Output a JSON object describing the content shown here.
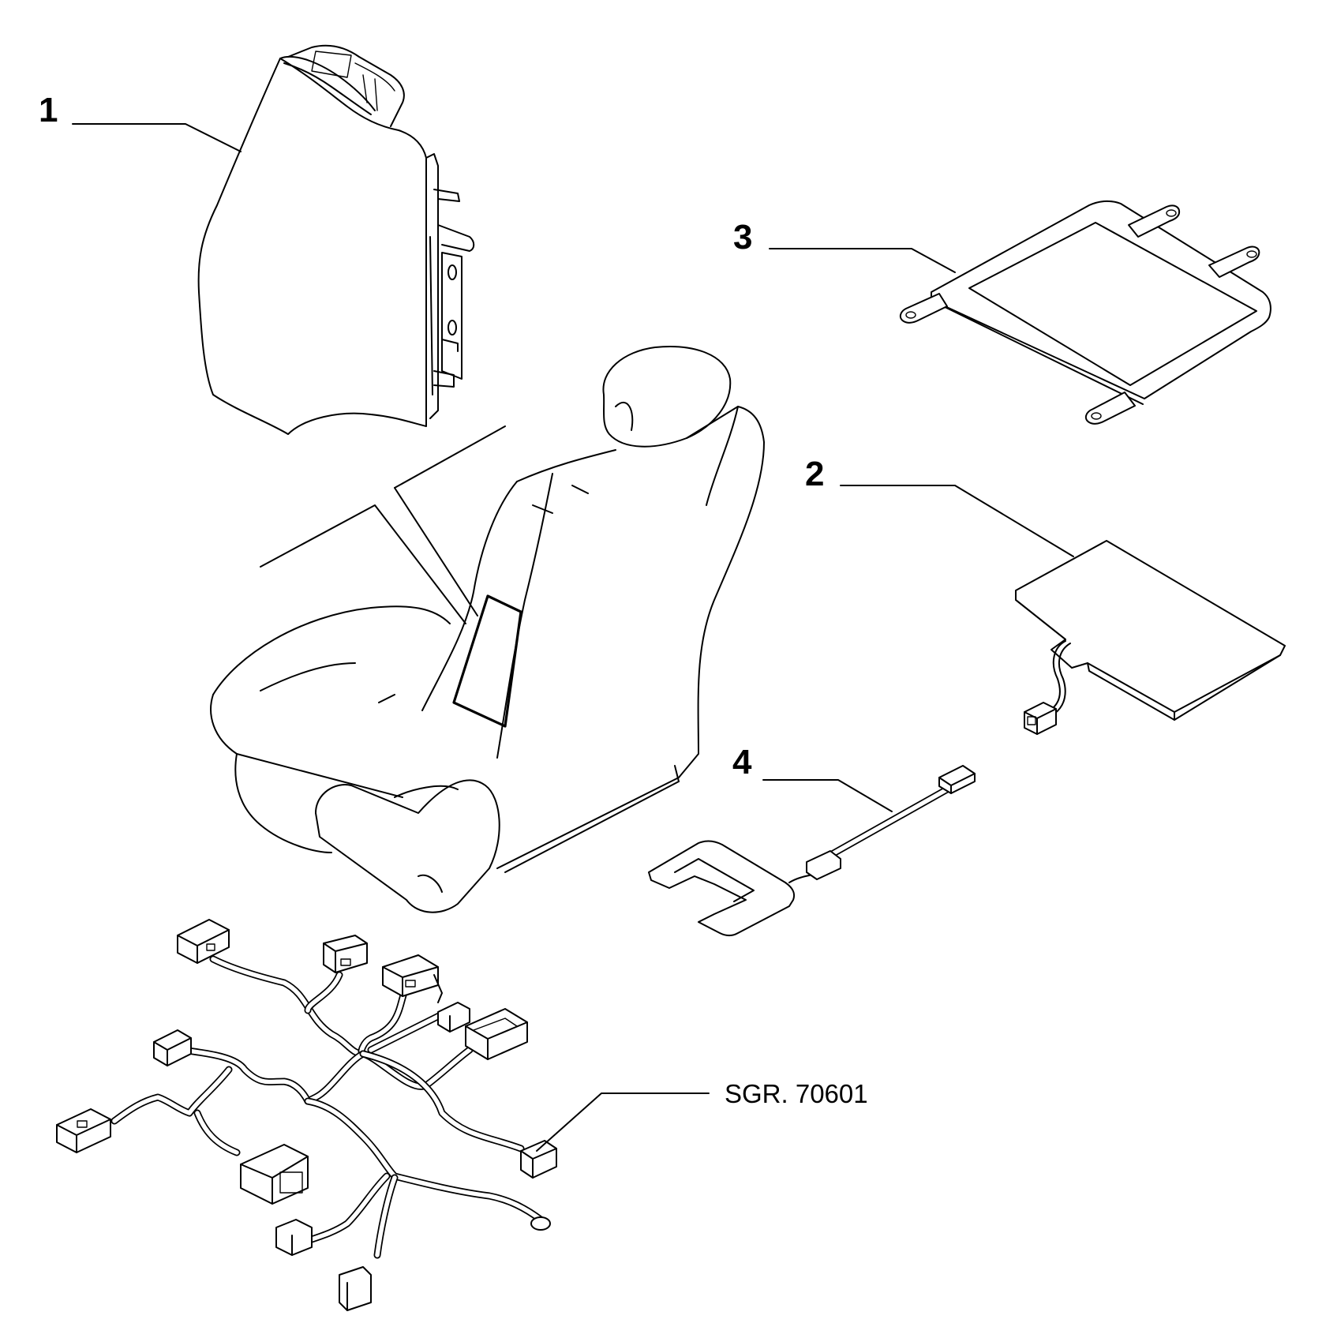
{
  "callouts": [
    {
      "id": "1",
      "label": "1"
    },
    {
      "id": "2",
      "label": "2"
    },
    {
      "id": "3",
      "label": "3"
    },
    {
      "id": "4",
      "label": "4"
    }
  ],
  "reference": {
    "label": "SGR. 70601"
  }
}
